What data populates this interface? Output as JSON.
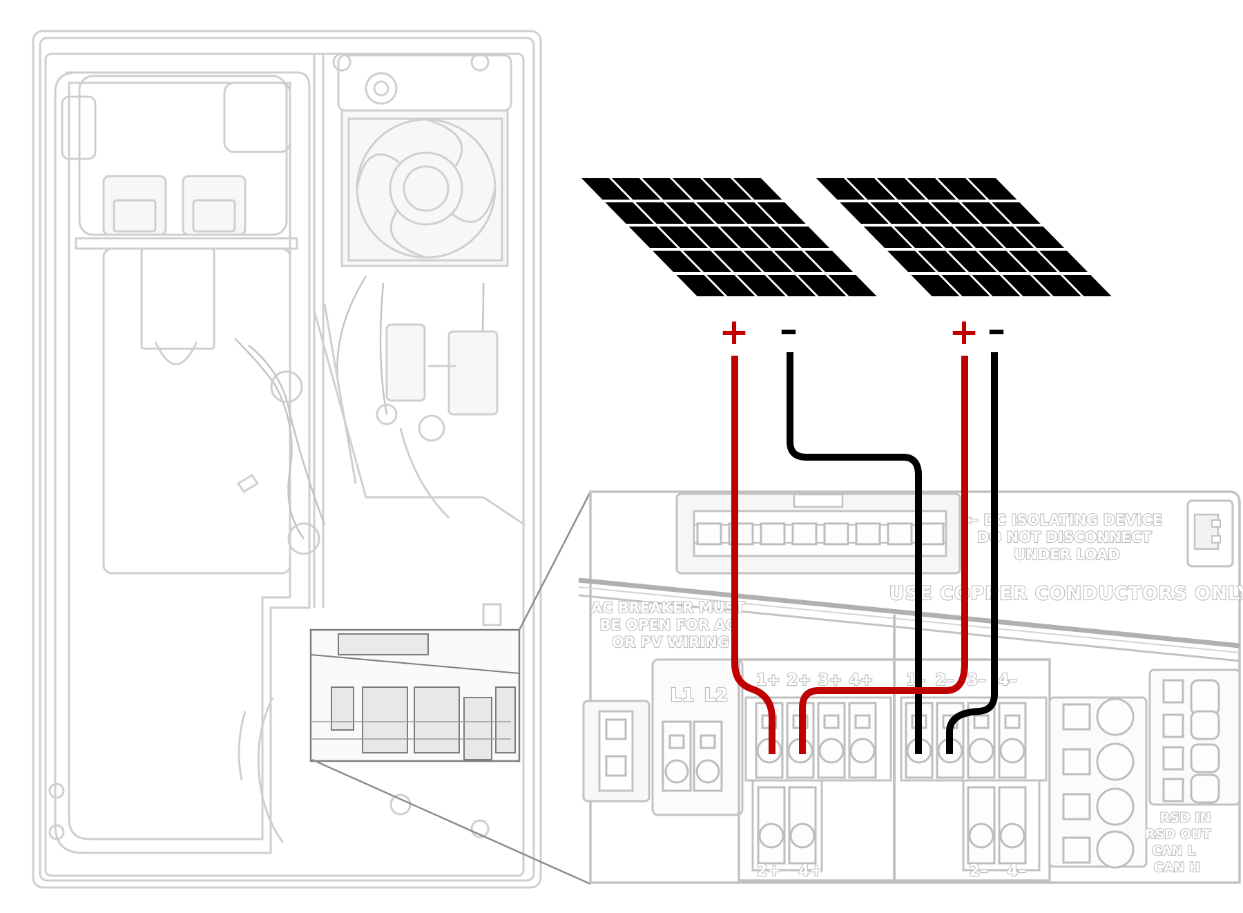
{
  "inverter": {
    "label_warning": "← DC ISOLATING DEVICE\nDO NOT DISCONNECT\nUNDER LOAD",
    "label_warning_lines": [
      "← DC ISOLATING DEVICE",
      "DO NOT DISCONNECT",
      "UNDER LOAD"
    ],
    "label_copper": "USE COPPER CONDUCTORS ONLY",
    "label_breaker_lines": [
      "AC BREAKER MUST",
      "BE OPEN FOR AC",
      "OR PV WIRING"
    ],
    "ac_terminals": [
      "L1",
      "L2"
    ],
    "pv_positive_top": [
      "1+",
      "2+",
      "3+",
      "4+"
    ],
    "pv_negative_top": [
      "1–",
      "2–",
      "3–",
      "4–"
    ],
    "pv_positive_bottom": [
      "2+",
      "4+"
    ],
    "pv_negative_bottom": [
      "2–",
      "4–"
    ],
    "rsd_labels": [
      "RSD IN",
      "RSD OUT",
      "CAN L",
      "CAN H"
    ]
  },
  "solar_panels": [
    {
      "name": "panel-1",
      "positive_symbol": "+",
      "negative_symbol": "–"
    },
    {
      "name": "panel-2",
      "positive_symbol": "+",
      "negative_symbol": "–"
    }
  ],
  "colors": {
    "positive_wire": "#c00000",
    "negative_wire": "#000000",
    "panel": "#000000",
    "outline": "#cfcfcf"
  }
}
